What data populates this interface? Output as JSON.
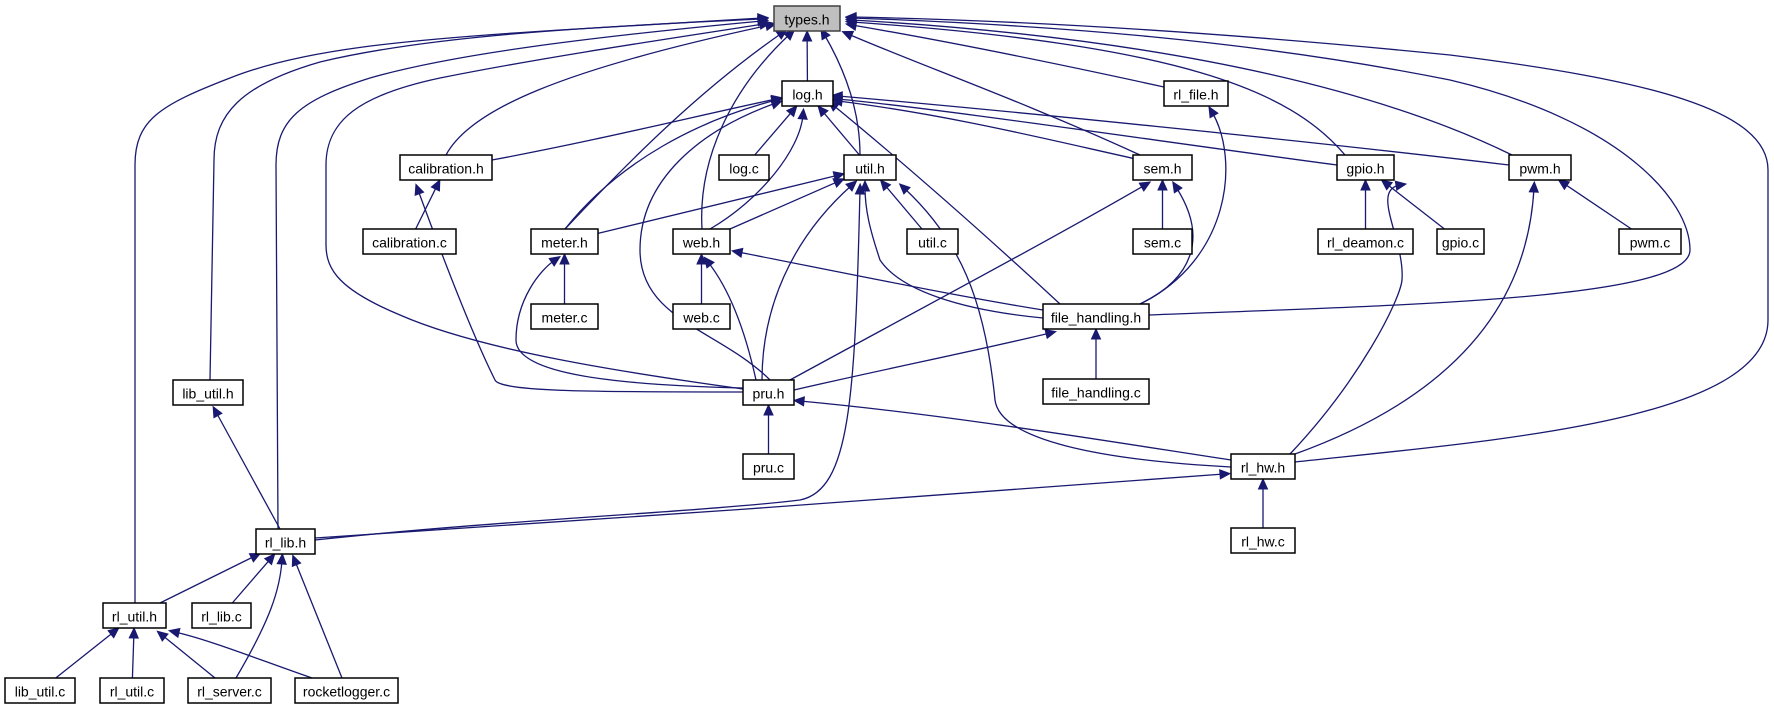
{
  "diagram": {
    "type": "include-dependency-graph",
    "root": "types.h",
    "colors": {
      "edge": "#191970",
      "root_fill": "#bfbfbf",
      "node_fill": "#ffffff",
      "node_border": "#000000"
    },
    "nodes": [
      {
        "id": "types_h",
        "label": "types.h",
        "root": true
      },
      {
        "id": "log_h",
        "label": "log.h"
      },
      {
        "id": "rl_file_h",
        "label": "rl_file.h"
      },
      {
        "id": "calibration_h",
        "label": "calibration.h"
      },
      {
        "id": "log_c",
        "label": "log.c"
      },
      {
        "id": "util_h",
        "label": "util.h"
      },
      {
        "id": "sem_h",
        "label": "sem.h"
      },
      {
        "id": "gpio_h",
        "label": "gpio.h"
      },
      {
        "id": "pwm_h",
        "label": "pwm.h"
      },
      {
        "id": "calibration_c",
        "label": "calibration.c"
      },
      {
        "id": "meter_h",
        "label": "meter.h"
      },
      {
        "id": "web_h",
        "label": "web.h"
      },
      {
        "id": "util_c",
        "label": "util.c"
      },
      {
        "id": "sem_c",
        "label": "sem.c"
      },
      {
        "id": "rl_deamon_c",
        "label": "rl_deamon.c"
      },
      {
        "id": "gpio_c",
        "label": "gpio.c"
      },
      {
        "id": "pwm_c",
        "label": "pwm.c"
      },
      {
        "id": "meter_c",
        "label": "meter.c"
      },
      {
        "id": "web_c",
        "label": "web.c"
      },
      {
        "id": "file_handling_h",
        "label": "file_handling.h"
      },
      {
        "id": "lib_util_h",
        "label": "lib_util.h"
      },
      {
        "id": "pru_h",
        "label": "pru.h"
      },
      {
        "id": "file_handling_c",
        "label": "file_handling.c"
      },
      {
        "id": "pru_c",
        "label": "pru.c"
      },
      {
        "id": "rl_hw_h",
        "label": "rl_hw.h"
      },
      {
        "id": "rl_lib_h",
        "label": "rl_lib.h"
      },
      {
        "id": "rl_hw_c",
        "label": "rl_hw.c"
      },
      {
        "id": "rl_util_h",
        "label": "rl_util.h"
      },
      {
        "id": "rl_lib_c",
        "label": "rl_lib.c"
      },
      {
        "id": "lib_util_c",
        "label": "lib_util.c"
      },
      {
        "id": "rl_util_c",
        "label": "rl_util.c"
      },
      {
        "id": "rl_server_c",
        "label": "rl_server.c"
      },
      {
        "id": "rocketlogger_c",
        "label": "rocketlogger.c"
      }
    ],
    "edges": [
      {
        "from": "log_h",
        "to": "types_h"
      },
      {
        "from": "rl_file_h",
        "to": "types_h"
      },
      {
        "from": "calibration_h",
        "to": "types_h"
      },
      {
        "from": "util_h",
        "to": "types_h"
      },
      {
        "from": "sem_h",
        "to": "types_h"
      },
      {
        "from": "gpio_h",
        "to": "types_h"
      },
      {
        "from": "pwm_h",
        "to": "types_h"
      },
      {
        "from": "meter_h",
        "to": "types_h"
      },
      {
        "from": "web_h",
        "to": "types_h"
      },
      {
        "from": "file_handling_h",
        "to": "types_h"
      },
      {
        "from": "lib_util_h",
        "to": "types_h"
      },
      {
        "from": "pru_h",
        "to": "types_h"
      },
      {
        "from": "rl_hw_h",
        "to": "types_h"
      },
      {
        "from": "rl_lib_h",
        "to": "types_h"
      },
      {
        "from": "rl_util_h",
        "to": "types_h"
      },
      {
        "from": "calibration_h",
        "to": "log_h"
      },
      {
        "from": "log_c",
        "to": "log_h"
      },
      {
        "from": "util_h",
        "to": "log_h"
      },
      {
        "from": "sem_h",
        "to": "log_h"
      },
      {
        "from": "gpio_h",
        "to": "log_h"
      },
      {
        "from": "pwm_h",
        "to": "log_h"
      },
      {
        "from": "meter_h",
        "to": "log_h"
      },
      {
        "from": "web_h",
        "to": "log_h"
      },
      {
        "from": "file_handling_h",
        "to": "log_h"
      },
      {
        "from": "pru_h",
        "to": "log_h"
      },
      {
        "from": "calibration_c",
        "to": "calibration_h"
      },
      {
        "from": "pru_h",
        "to": "calibration_h"
      },
      {
        "from": "meter_h",
        "to": "util_h"
      },
      {
        "from": "web_h",
        "to": "util_h"
      },
      {
        "from": "util_c",
        "to": "util_h"
      },
      {
        "from": "file_handling_h",
        "to": "util_h"
      },
      {
        "from": "pru_h",
        "to": "util_h"
      },
      {
        "from": "rl_hw_h",
        "to": "util_h"
      },
      {
        "from": "rl_lib_h",
        "to": "util_h"
      },
      {
        "from": "sem_c",
        "to": "sem_h"
      },
      {
        "from": "file_handling_h",
        "to": "sem_h"
      },
      {
        "from": "pru_h",
        "to": "sem_h"
      },
      {
        "from": "rl_deamon_c",
        "to": "gpio_h"
      },
      {
        "from": "gpio_c",
        "to": "gpio_h"
      },
      {
        "from": "rl_hw_h",
        "to": "gpio_h"
      },
      {
        "from": "pwm_c",
        "to": "pwm_h"
      },
      {
        "from": "rl_hw_h",
        "to": "pwm_h"
      },
      {
        "from": "meter_c",
        "to": "meter_h"
      },
      {
        "from": "pru_h",
        "to": "meter_h"
      },
      {
        "from": "web_c",
        "to": "web_h"
      },
      {
        "from": "pru_h",
        "to": "web_h"
      },
      {
        "from": "file_handling_h",
        "to": "web_h"
      },
      {
        "from": "file_handling_h",
        "to": "rl_file_h"
      },
      {
        "from": "file_handling_c",
        "to": "file_handling_h"
      },
      {
        "from": "pru_h",
        "to": "file_handling_h"
      },
      {
        "from": "pru_c",
        "to": "pru_h"
      },
      {
        "from": "rl_hw_h",
        "to": "pru_h"
      },
      {
        "from": "rl_hw_c",
        "to": "rl_hw_h"
      },
      {
        "from": "rl_lib_h",
        "to": "rl_hw_h"
      },
      {
        "from": "rl_lib_h",
        "to": "lib_util_h"
      },
      {
        "from": "rl_util_h",
        "to": "rl_lib_h"
      },
      {
        "from": "rl_lib_c",
        "to": "rl_lib_h"
      },
      {
        "from": "rl_server_c",
        "to": "rl_lib_h"
      },
      {
        "from": "rocketlogger_c",
        "to": "rl_lib_h"
      },
      {
        "from": "lib_util_c",
        "to": "rl_util_h"
      },
      {
        "from": "rl_util_c",
        "to": "rl_util_h"
      },
      {
        "from": "rl_server_c",
        "to": "rl_util_h"
      },
      {
        "from": "rocketlogger_c",
        "to": "rl_util_h"
      }
    ]
  }
}
